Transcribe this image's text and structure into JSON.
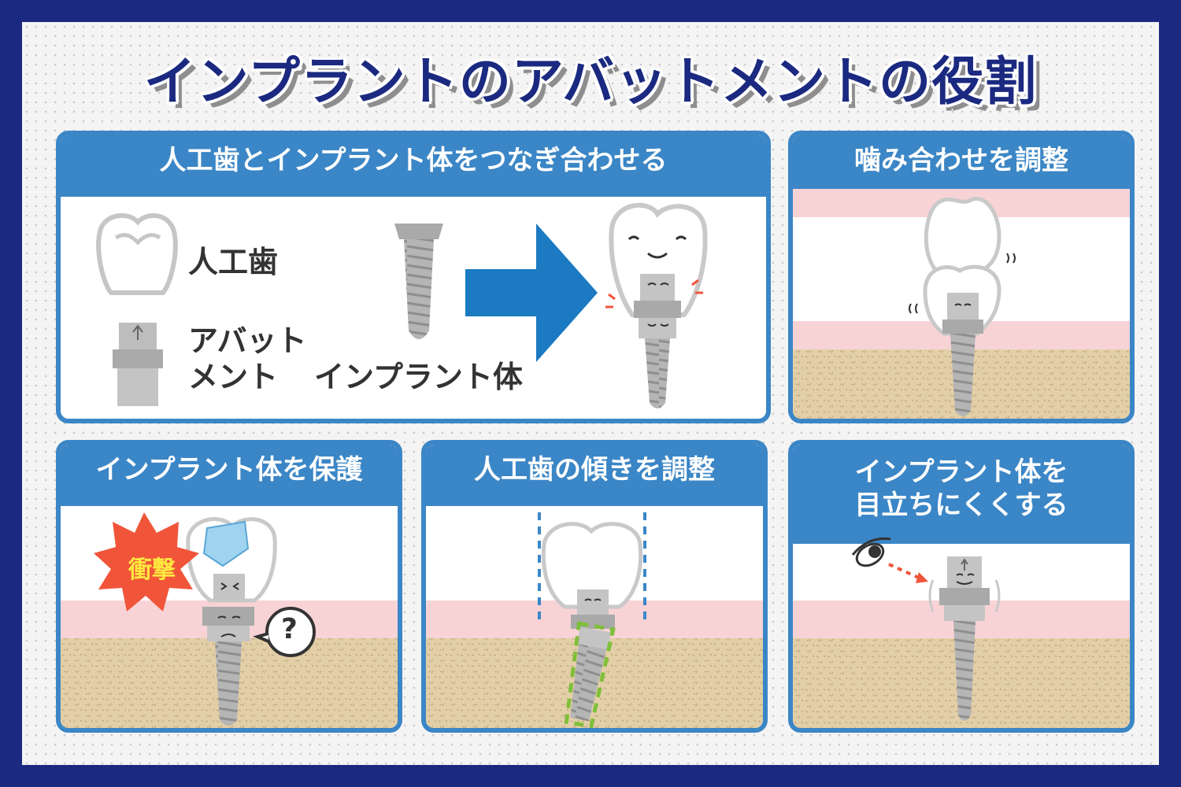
{
  "title": "インプラントのアバットメントの役割",
  "panels": {
    "connect": {
      "header": "人工歯とインプラント体をつなぎ合わせる",
      "label_crown": "人工歯",
      "label_abutment_1": "アバット",
      "label_abutment_2": "メント",
      "label_implant": "インプラント体"
    },
    "bite": {
      "header": "噛み合わせを調整"
    },
    "protect": {
      "header": "インプラント体を保護",
      "impact": "衝撃",
      "question": "?"
    },
    "tilt": {
      "header": "人工歯の傾きを調整"
    },
    "inconspicuous": {
      "header_1": "インプラント体を",
      "header_2": "目立ちにくくする"
    }
  },
  "colors": {
    "navy": "#1b2a80",
    "panel_blue": "#3b86c6",
    "arrow_blue": "#1b7ac2",
    "gum_pink": "#f8d3d6",
    "bone_tan": "#e3cfa7",
    "metal_gray": "#b9b9b9",
    "impact_red": "#f0553a",
    "impact_yellow": "#ffe93f",
    "guide_green": "#7fbf3a"
  }
}
